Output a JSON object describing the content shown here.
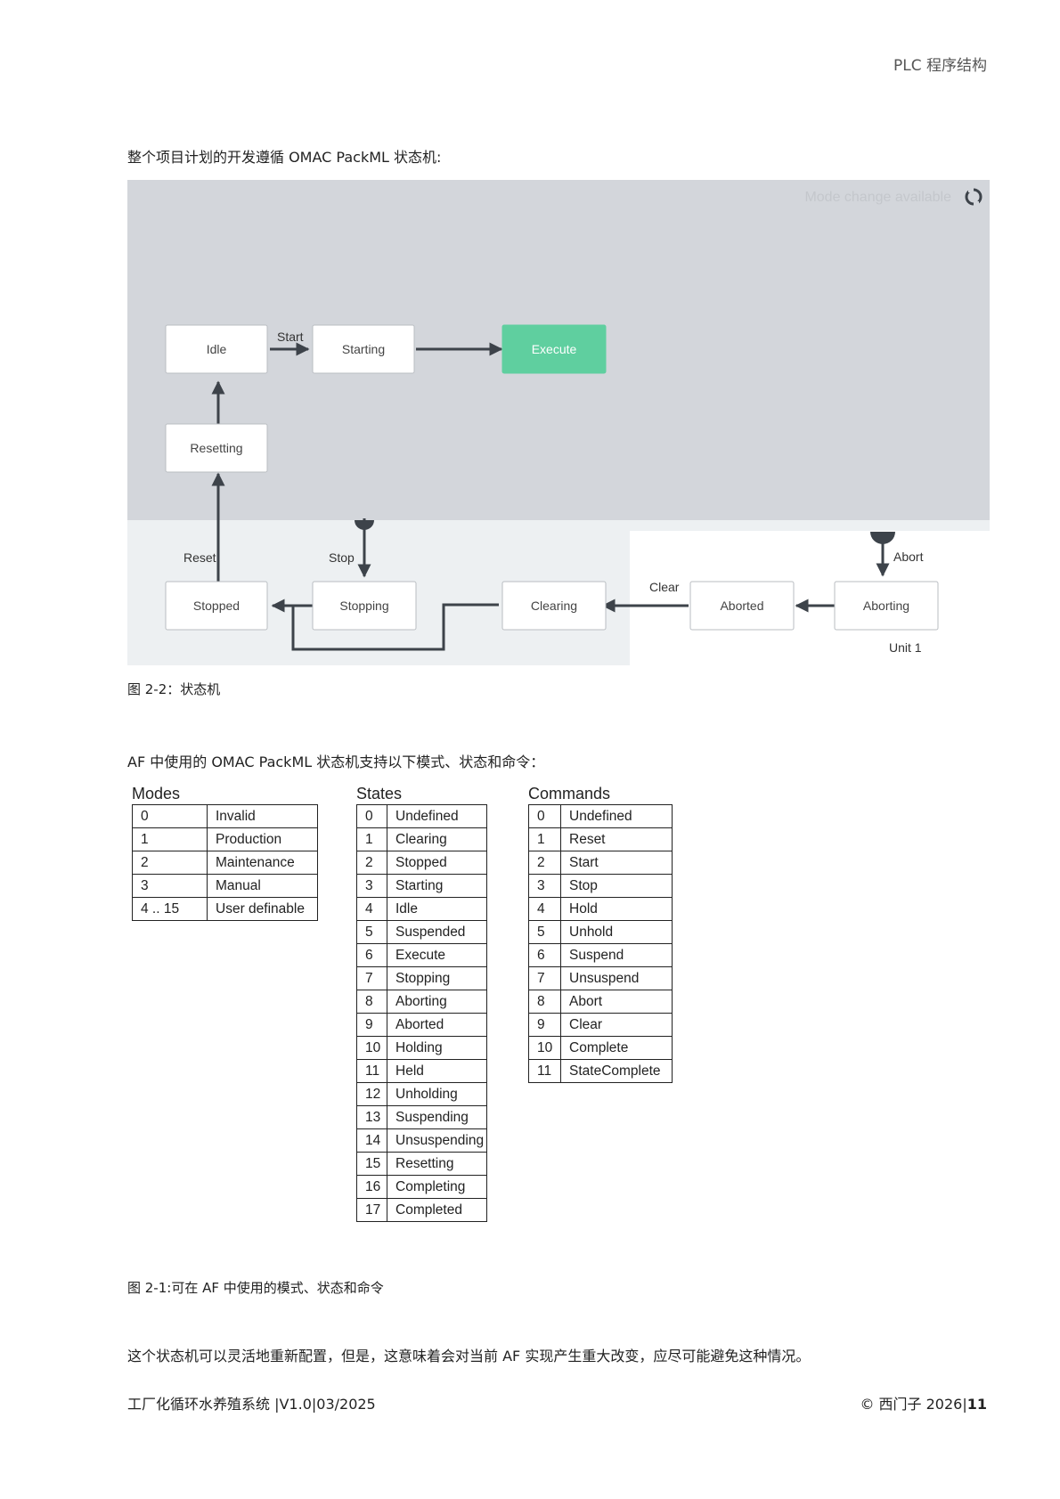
{
  "header": {
    "section": "PLC 程序结构"
  },
  "intro": "整个项目计划的开发遵循 OMAC PackML 状态机:",
  "diagram": {
    "mode_banner": "Mode change available",
    "unit_label": "Unit 1",
    "states": {
      "idle": "Idle",
      "starting": "Starting",
      "execute": "Execute",
      "resetting": "Resetting",
      "stopped": "Stopped",
      "stopping": "Stopping",
      "clearing": "Clearing",
      "aborted": "Aborted",
      "aborting": "Aborting"
    },
    "commands": {
      "start": "Start",
      "reset": "Reset",
      "stop": "Stop",
      "clear": "Clear",
      "abort": "Abort"
    },
    "colors": {
      "upper_bg": "#d3d6db",
      "lower_bg": "#edf0f2",
      "execute": "#5fcf9f",
      "line": "#3d434a"
    }
  },
  "caption1": "图 2-2：状态机",
  "intro2": "AF 中使用的 OMAC PackML 状态机支持以下模式、状态和命令：",
  "modes": {
    "title": "Modes",
    "rows": [
      [
        "0",
        "Invalid"
      ],
      [
        "1",
        "Production"
      ],
      [
        "2",
        "Maintenance"
      ],
      [
        "3",
        "Manual"
      ],
      [
        "4 .. 15",
        "User definable"
      ]
    ]
  },
  "states_table": {
    "title": "States",
    "rows": [
      [
        "0",
        "Undefined"
      ],
      [
        "1",
        "Clearing"
      ],
      [
        "2",
        "Stopped"
      ],
      [
        "3",
        "Starting"
      ],
      [
        "4",
        "Idle"
      ],
      [
        "5",
        "Suspended"
      ],
      [
        "6",
        "Execute"
      ],
      [
        "7",
        "Stopping"
      ],
      [
        "8",
        "Aborting"
      ],
      [
        "9",
        "Aborted"
      ],
      [
        "10",
        "Holding"
      ],
      [
        "11",
        "Held"
      ],
      [
        "12",
        "Unholding"
      ],
      [
        "13",
        "Suspending"
      ],
      [
        "14",
        "Unsuspending"
      ],
      [
        "15",
        "Resetting"
      ],
      [
        "16",
        "Completing"
      ],
      [
        "17",
        "Completed"
      ]
    ]
  },
  "commands_table": {
    "title": "Commands",
    "rows": [
      [
        "0",
        "Undefined"
      ],
      [
        "1",
        "Reset"
      ],
      [
        "2",
        "Start"
      ],
      [
        "3",
        "Stop"
      ],
      [
        "4",
        "Hold"
      ],
      [
        "5",
        "Unhold"
      ],
      [
        "6",
        "Suspend"
      ],
      [
        "7",
        "Unsuspend"
      ],
      [
        "8",
        "Abort"
      ],
      [
        "9",
        "Clear"
      ],
      [
        "10",
        "Complete"
      ],
      [
        "11",
        "StateComplete"
      ]
    ]
  },
  "caption2": "图 2-1:可在 AF 中使用的模式、状态和命令",
  "closing": "这个状态机可以灵活地重新配置，但是，这意味着会对当前 AF 实现产生重大改变，应尽可能避免这种情况。",
  "footer": {
    "left": "工厂化循环水养殖系统 |V1.0|03/2025",
    "right_text": "© 西门子 2026|",
    "page": "11"
  }
}
